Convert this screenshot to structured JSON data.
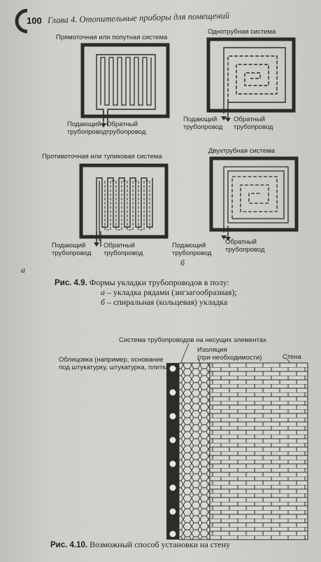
{
  "header": {
    "page_number": "100",
    "chapter_title": "Глава 4. Отопительные приборы для помещений"
  },
  "fig49": {
    "panels": {
      "a_top": {
        "title": "Прямоточная или попутная система",
        "supply": "Подающий\nтрубопровод",
        "return": "Обратный\nтрубопровод"
      },
      "b_top": {
        "title": "Однотрубная система",
        "supply": "Подающий\nтрубопровод",
        "return": "Обратный\nтрубопровод"
      },
      "a_bottom": {
        "title": "Противоточная или тупиковая система",
        "supply": "Подающий\nтрубопровод",
        "return": "Обратный\nтрубопровод"
      },
      "b_bottom": {
        "title": "Двухтрубная система",
        "supply": "Подающий\nтрубопровод",
        "return": "Обратный\nтрубопровод"
      }
    },
    "letter_a": "а",
    "letter_b": "б",
    "caption_num": "Рис. 4.9.",
    "caption_text": "Формы укладки трубопроводов в полу:",
    "caption_a_letter": "а",
    "caption_a_text": "– укладка рядами (зигзагообразная);",
    "caption_b_letter": "б",
    "caption_b_text": "– спиральная (кольцевая) укладка"
  },
  "fig410": {
    "label_pipes": "Система трубопроводов на несущих элементах",
    "label_insulation": "Изоляция\n(при необходимости)",
    "label_cladding": "Облицовка (например, основание\nпод штукатурку, штукатурка, плитка)",
    "label_wall": "Стена",
    "caption_num": "Рис. 4.10.",
    "caption_text": "Возможный способ установки на стену"
  },
  "colors": {
    "paper": "#d0d1cb",
    "ink": "#1e1f22",
    "accent_badge": "#2b2b2b"
  }
}
